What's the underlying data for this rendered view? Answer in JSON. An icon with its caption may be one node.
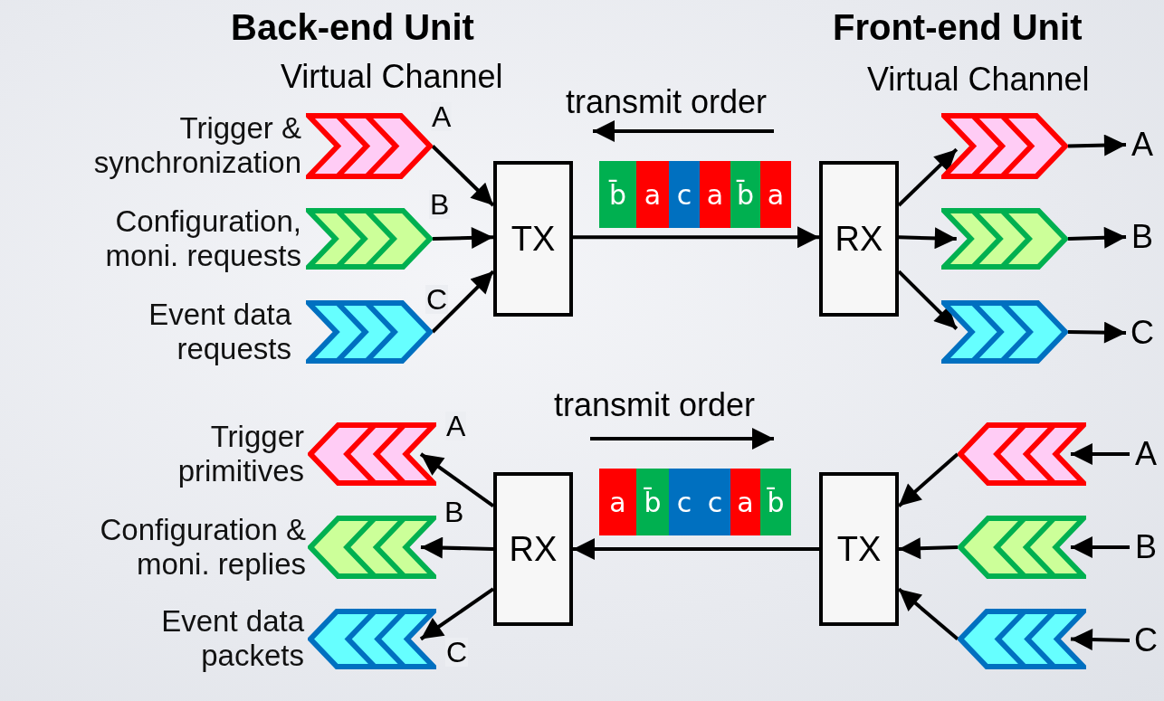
{
  "diagram": {
    "nodes": [
      {
        "text": [],
        "shape": "chevron",
        "beside": [
          "Trigger & synchronization"
        ]
      },
      {
        "text": [],
        "shape": "chevron",
        "beside": [
          "Configuration, moni. requests"
        ]
      },
      {
        "text": [],
        "shape": "chevron",
        "beside": [
          "Event data requests"
        ]
      },
      {
        "text": [
          "TX"
        ]
      },
      {
        "text": [
          "b̄"
        ]
      },
      {
        "text": [
          "a"
        ]
      },
      {
        "text": [
          "c"
        ]
      },
      {
        "text": [
          "a"
        ]
      },
      {
        "text": [
          "b̄"
        ]
      },
      {
        "text": [
          "a"
        ]
      },
      {
        "text": [
          "RX"
        ]
      },
      {
        "text": [],
        "shape": "chevron"
      },
      {
        "text": [],
        "shape": "chevron"
      },
      {
        "text": [],
        "shape": "chevron"
      },
      {
        "text": [
          "A"
        ]
      },
      {
        "text": [
          "B"
        ]
      },
      {
        "text": [
          "C"
        ]
      },
      {
        "text": [],
        "shape": "chevron",
        "beside": [
          "Trigger primitives"
        ]
      },
      {
        "text": [],
        "shape": "chevron",
        "beside": [
          "Configuration & moni. replies"
        ]
      },
      {
        "text": [],
        "shape": "chevron",
        "beside": [
          "Event data packets"
        ]
      },
      {
        "text": [
          "RX"
        ]
      },
      {
        "text": [
          "a"
        ]
      },
      {
        "text": [
          "b̄"
        ]
      },
      {
        "text": [
          "c"
        ]
      },
      {
        "text": [
          "c"
        ]
      },
      {
        "text": [
          "a"
        ]
      },
      {
        "text": [
          "b̄"
        ]
      },
      {
        "text": [
          "TX"
        ]
      },
      {
        "text": [],
        "shape": "chevron"
      },
      {
        "text": [],
        "shape": "chevron"
      },
      {
        "text": [],
        "shape": "chevron"
      },
      {
        "text": [
          "A"
        ]
      },
      {
        "text": [
          "B"
        ]
      },
      {
        "text": [
          "C"
        ]
      }
    ],
    "edges": [
      {
        "from": 0,
        "to": 3,
        "arrow": "to",
        "label": "A"
      },
      {
        "from": 1,
        "to": 3,
        "arrow": "to",
        "label": "B"
      },
      {
        "from": 2,
        "to": 3,
        "arrow": "to",
        "label": "C"
      },
      {
        "from": 3,
        "to": 10,
        "arrow": "to"
      },
      {
        "from": 10,
        "to": 11,
        "arrow": "to"
      },
      {
        "from": 10,
        "to": 12,
        "arrow": "to"
      },
      {
        "from": 10,
        "to": 13,
        "arrow": "to"
      },
      {
        "from": 11,
        "to": 14,
        "arrow": "to"
      },
      {
        "from": 12,
        "to": 15,
        "arrow": "to"
      },
      {
        "from": 13,
        "to": 16,
        "arrow": "to"
      },
      {
        "from": 20,
        "to": 17,
        "arrow": "to",
        "label": "A"
      },
      {
        "from": 20,
        "to": 18,
        "arrow": "to",
        "label": "B"
      },
      {
        "from": 20,
        "to": 19,
        "arrow": "to",
        "label": "C"
      },
      {
        "from": 27,
        "to": 20,
        "arrow": "to"
      },
      {
        "from": 28,
        "to": 27,
        "arrow": "to"
      },
      {
        "from": 29,
        "to": 27,
        "arrow": "to"
      },
      {
        "from": 30,
        "to": 27,
        "arrow": "to"
      },
      {
        "from": 31,
        "to": 28,
        "arrow": "to"
      },
      {
        "from": 32,
        "to": 29,
        "arrow": "to"
      },
      {
        "from": 33,
        "to": 30,
        "arrow": "to"
      }
    ],
    "labels": [
      "Back-end Unit",
      "Front-end Unit",
      "Virtual Channel",
      "Virtual Channel",
      "transmit order",
      "transmit order"
    ]
  }
}
